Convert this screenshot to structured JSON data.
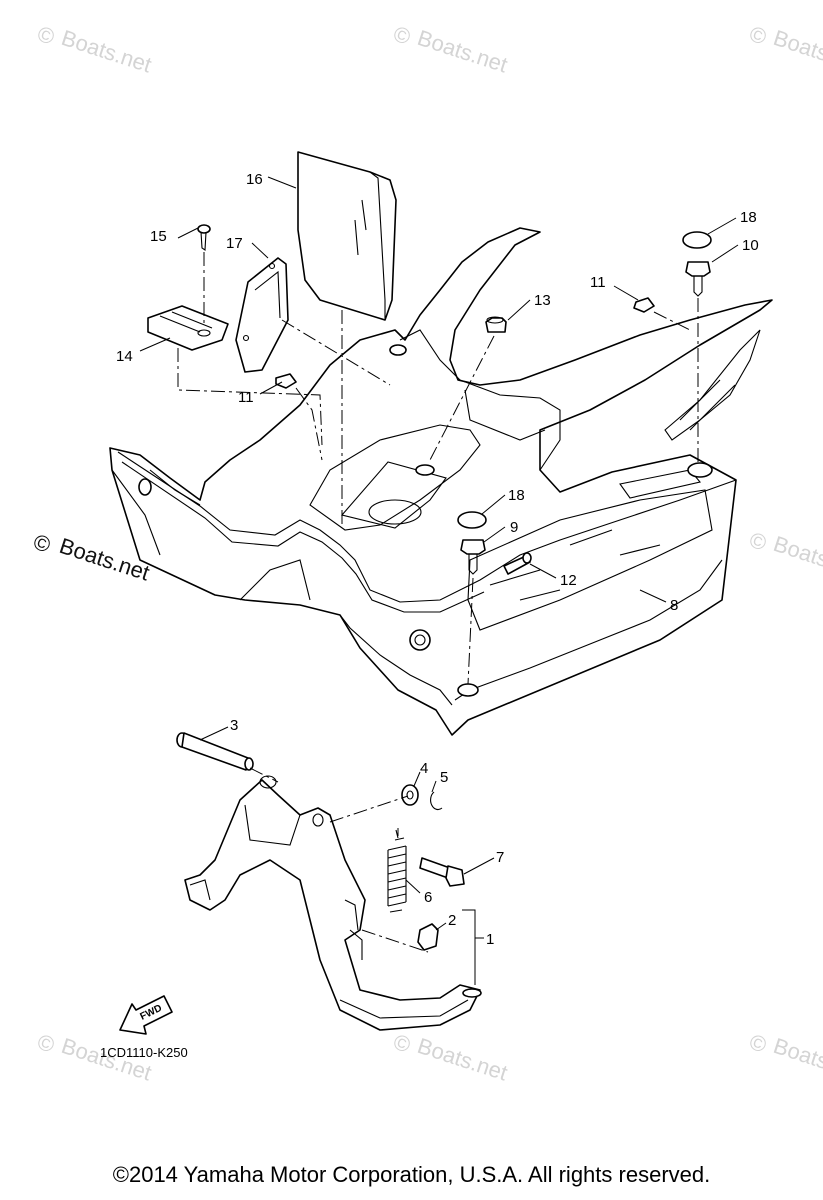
{
  "watermark": {
    "text": "Boats.net",
    "symbol": "©"
  },
  "callouts": {
    "c1": "1",
    "c2": "2",
    "c3": "3",
    "c4": "4",
    "c5": "5",
    "c6": "6",
    "c7": "7",
    "c8": "8",
    "c9": "9",
    "c10": "10",
    "c11a": "11",
    "c11b": "11",
    "c12": "12",
    "c13": "13",
    "c14": "14",
    "c15": "15",
    "c16": "16",
    "c17": "17",
    "c18a": "18",
    "c18b": "18"
  },
  "fwd_label": "FWD",
  "diagram_code": "1CD1110-K250",
  "copyright": "©2014 Yamaha Motor Corporation, U.S.A. All rights reserved."
}
